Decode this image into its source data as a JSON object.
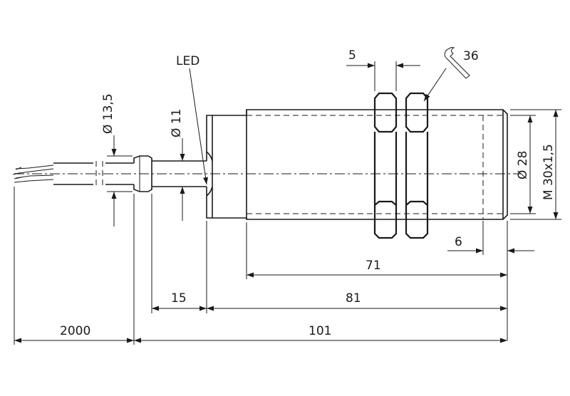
{
  "drawing": {
    "led_label": "LED",
    "wrench_size": "36",
    "dimensions": {
      "nut_width": "5",
      "cable_diameter": "Ø 13,5",
      "neck_diameter": "Ø 11",
      "body_diameter": "Ø 28",
      "thread": "M 30x1,5",
      "thread_end": "6",
      "thread_length": "71",
      "collar_length": "15",
      "body_length": "81",
      "cable_length": "2000",
      "total_length": "101"
    }
  }
}
